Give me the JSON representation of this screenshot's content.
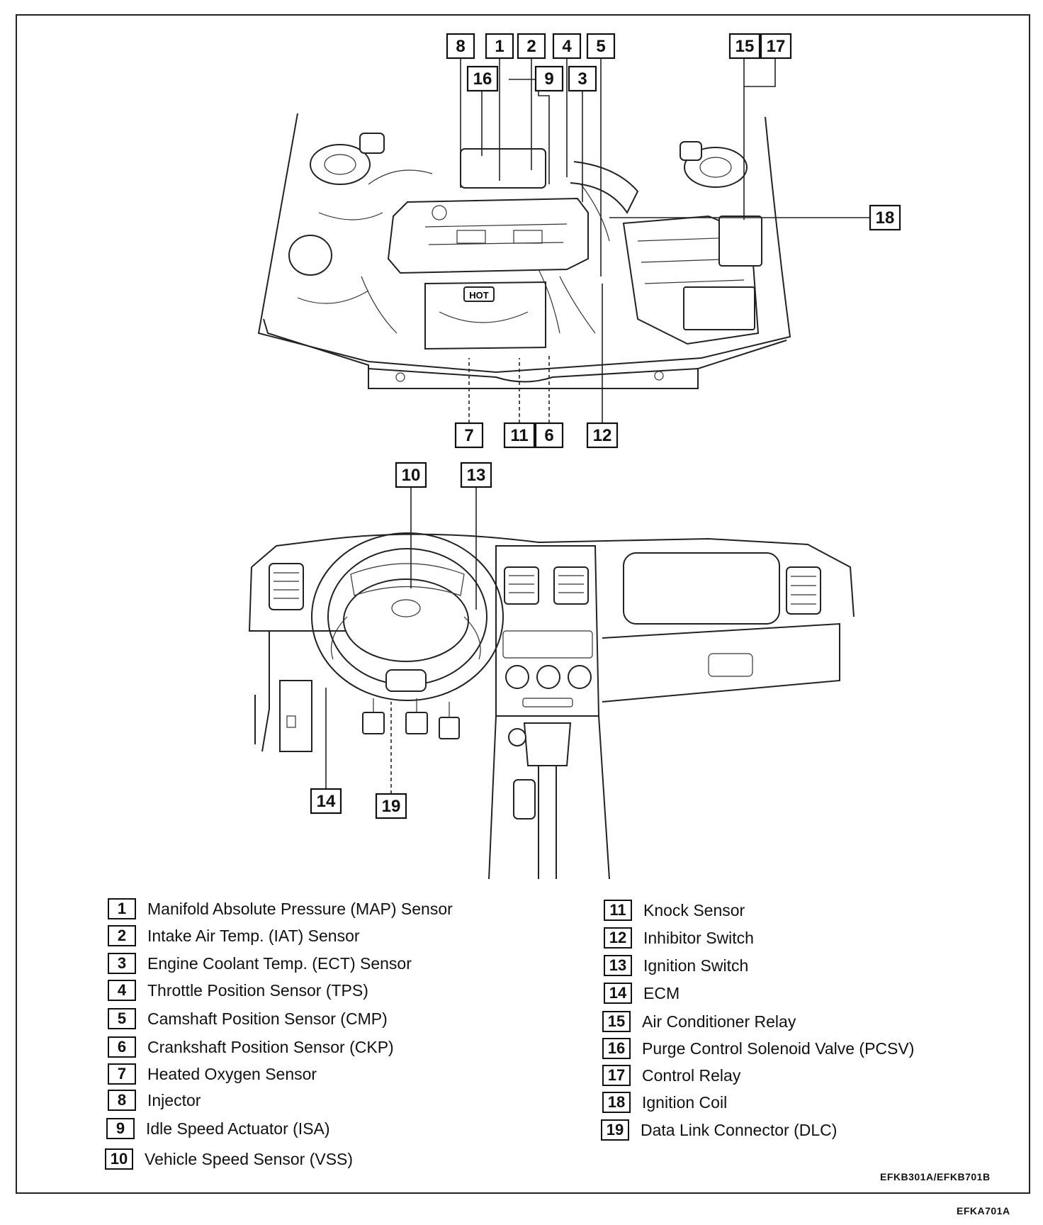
{
  "callouts": {
    "c1": "1",
    "c2": "2",
    "c3": "3",
    "c4": "4",
    "c5": "5",
    "c6": "6",
    "c7": "7",
    "c8": "8",
    "c9": "9",
    "c10": "10",
    "c11": "11",
    "c12": "12",
    "c13": "13",
    "c14": "14",
    "c15": "15",
    "c16": "16",
    "c17": "17",
    "c18": "18",
    "c19": "19"
  },
  "legend_left": [
    {
      "num": "1",
      "label": "Manifold Absolute Pressure (MAP) Sensor"
    },
    {
      "num": "2",
      "label": "Intake Air Temp. (IAT) Sensor"
    },
    {
      "num": "3",
      "label": "Engine Coolant Temp. (ECT) Sensor"
    },
    {
      "num": "4",
      "label": "Throttle Position Sensor (TPS)"
    },
    {
      "num": "5",
      "label": "Camshaft Position Sensor (CMP)"
    },
    {
      "num": "6",
      "label": "Crankshaft Position Sensor (CKP)"
    },
    {
      "num": "7",
      "label": "Heated Oxygen Sensor"
    },
    {
      "num": "8",
      "label": "Injector"
    },
    {
      "num": "9",
      "label": "Idle Speed Actuator (ISA)"
    },
    {
      "num": "10",
      "label": "Vehicle Speed Sensor (VSS)"
    }
  ],
  "legend_right": [
    {
      "num": "11",
      "label": "Knock Sensor"
    },
    {
      "num": "12",
      "label": "Inhibitor Switch"
    },
    {
      "num": "13",
      "label": "Ignition Switch"
    },
    {
      "num": "14",
      "label": "ECM"
    },
    {
      "num": "15",
      "label": "Air Conditioner Relay"
    },
    {
      "num": "16",
      "label": "Purge Control Solenoid Valve (PCSV)"
    },
    {
      "num": "17",
      "label": "Control Relay"
    },
    {
      "num": "18",
      "label": "Ignition Coil"
    },
    {
      "num": "19",
      "label": "Data Link Connector (DLC)"
    }
  ],
  "engine_badge": "HOT",
  "codes": {
    "inner": "EFKB301A/EFKB701B",
    "outer": "EFKA701A"
  }
}
